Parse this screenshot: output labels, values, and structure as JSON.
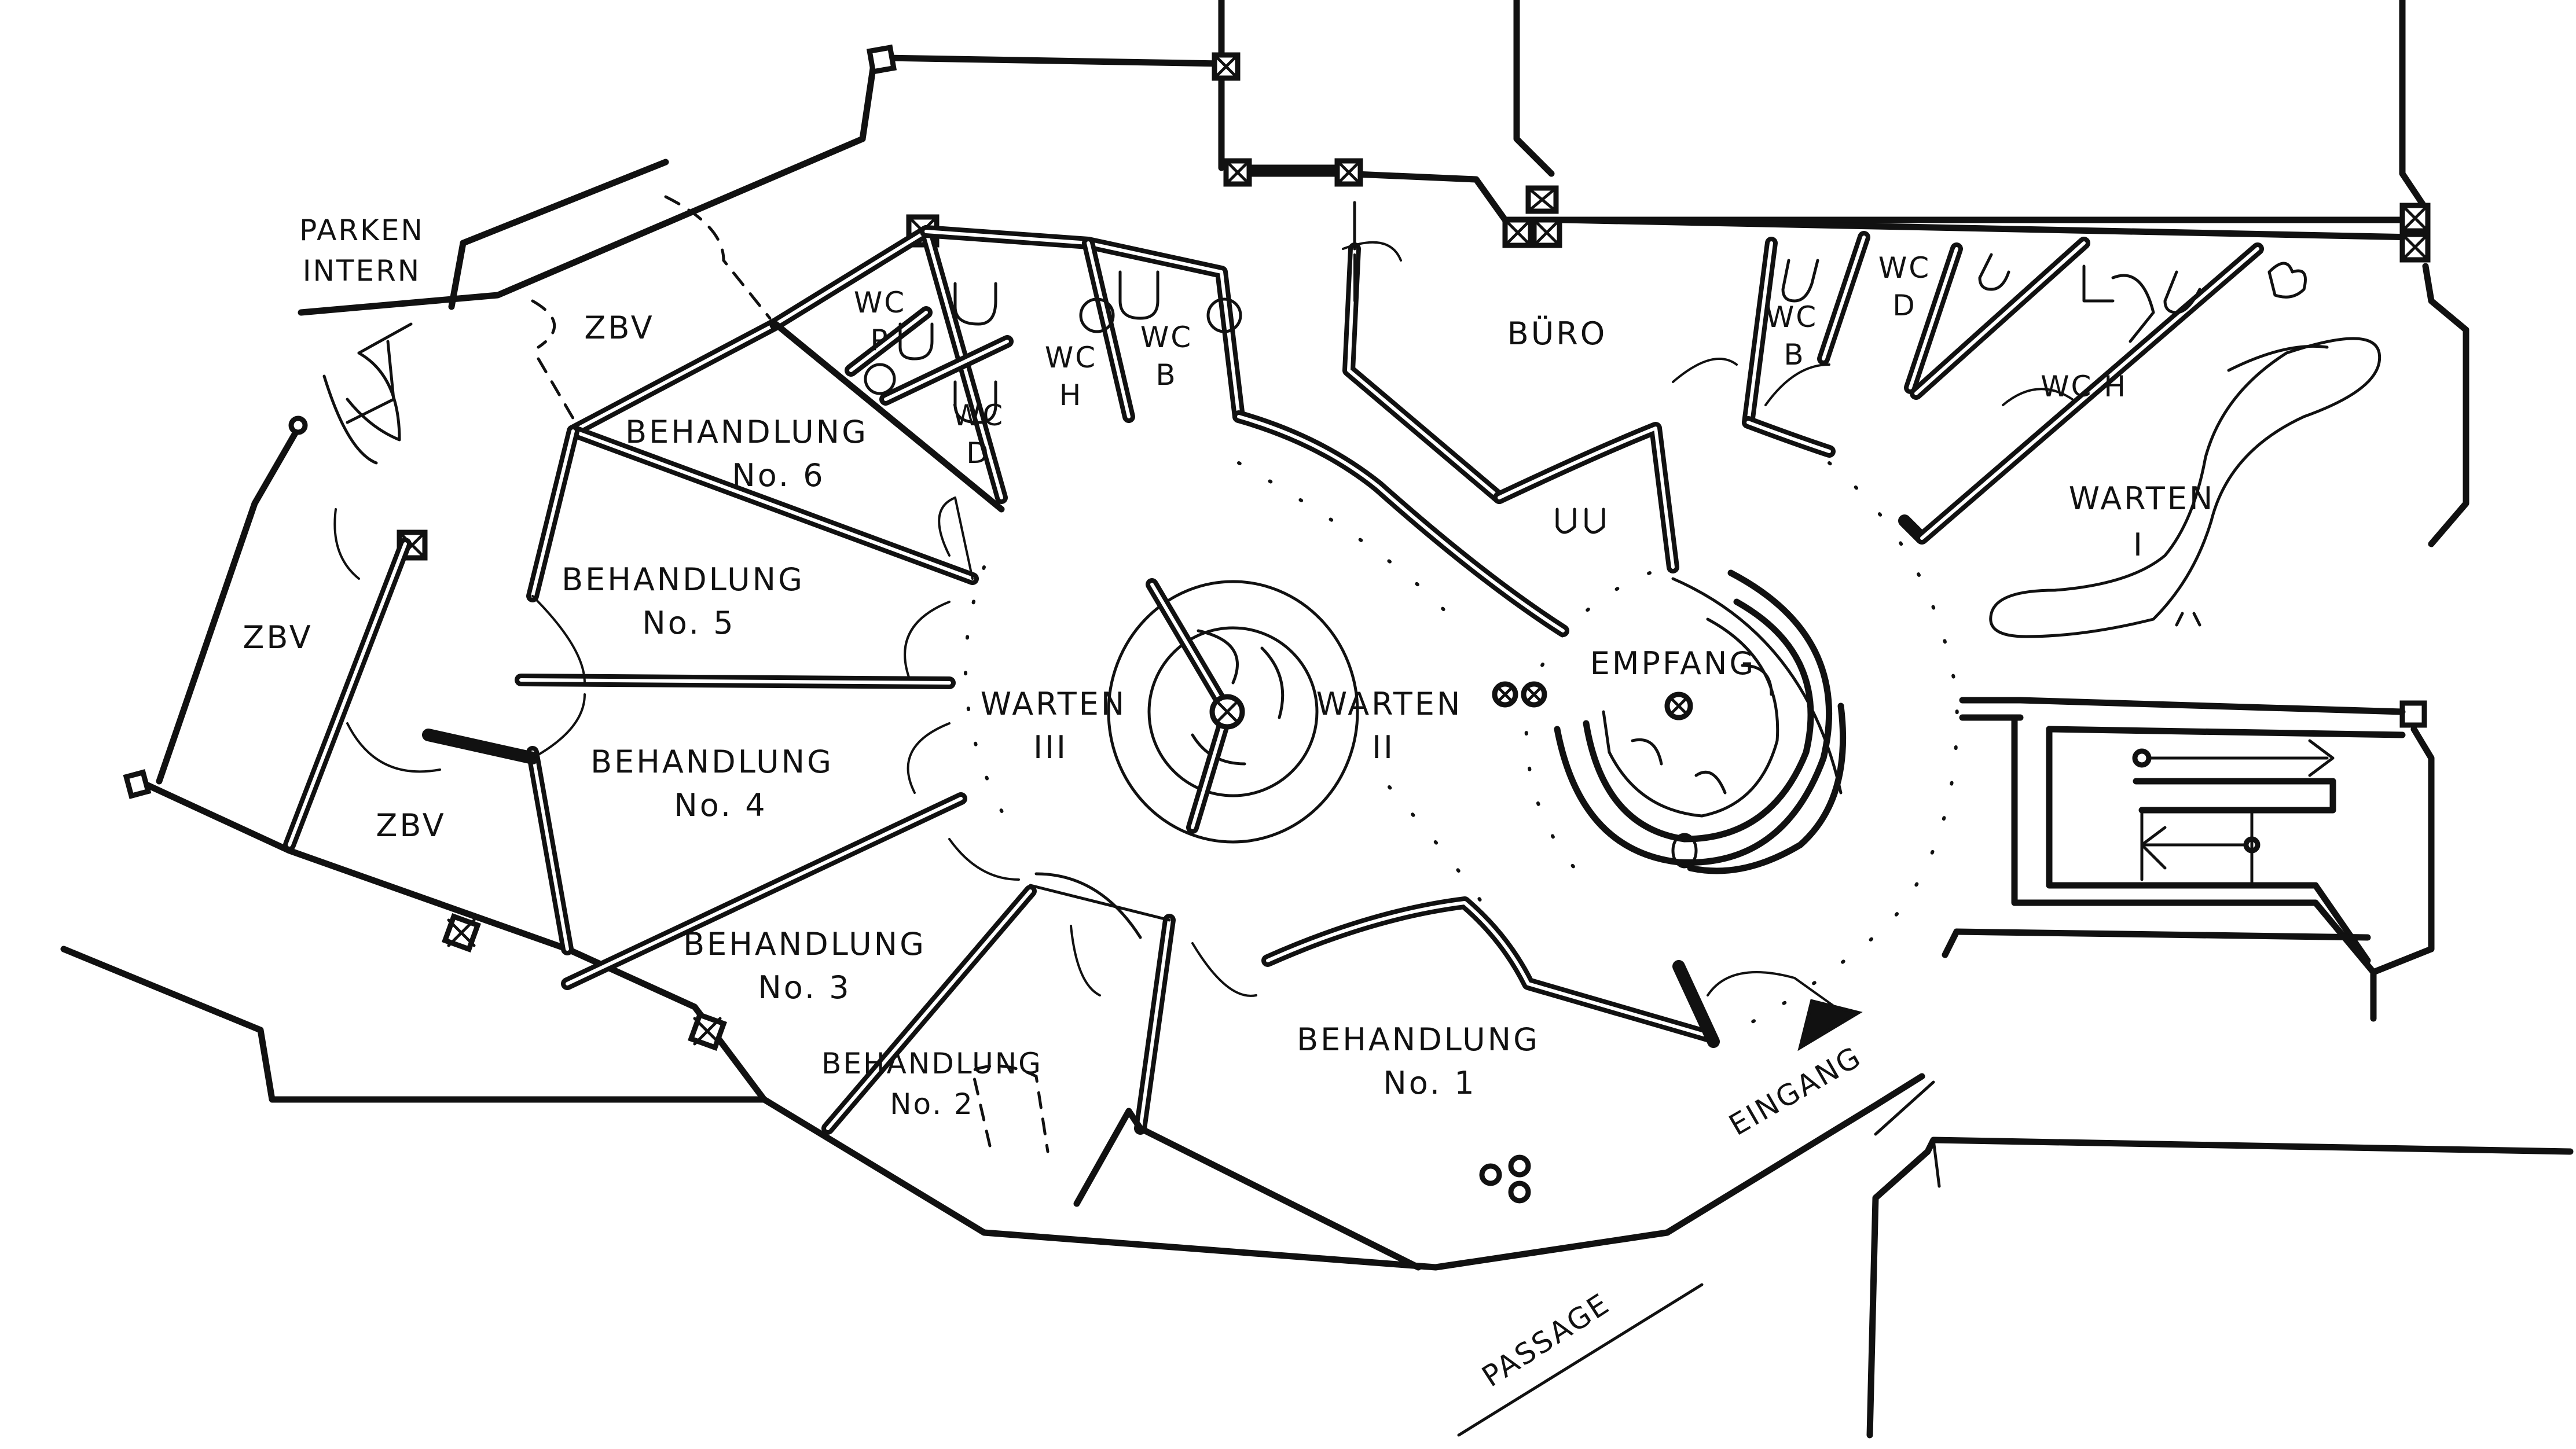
{
  "title": "Praxis Grundriss Skizze",
  "colors": {
    "ink": "#111111",
    "paper": "#ffffff"
  },
  "labels": {
    "parken_line1": "PARKEN",
    "parken_line2": "INTERN",
    "zbv_top": "ZBV",
    "zbv_left": "ZBV",
    "zbv_bottom": "ZBV",
    "behandlung": "BEHANDLUNG",
    "no6": "No. 6",
    "no5": "No. 5",
    "no4": "No. 4",
    "no3": "No. 3",
    "no2": "No. 2",
    "no1": "No. 1",
    "wc": "WC",
    "wc_p": "P",
    "wc_d_left": "D",
    "wc_h_left": "H",
    "wc_b_left": "B",
    "wc_b_right": "B",
    "wc_d_right": "D",
    "wch": "WC H",
    "warten_iii": "WARTEN",
    "warten_iii_num": "III",
    "warten_ii": "WARTEN",
    "warten_ii_num": "II",
    "warten_i": "WARTEN",
    "warten_i_num": "I",
    "buro": "BÜRO",
    "empfang": "EMPFANG",
    "eingang": "EINGANG",
    "passage": "PASSAGE"
  },
  "icons": [
    "column-icon",
    "light-fixture-icon",
    "entrance-arrow-icon",
    "stair-arrow-icon",
    "toilet-icon",
    "plant-icon",
    "door-swing-icon"
  ]
}
